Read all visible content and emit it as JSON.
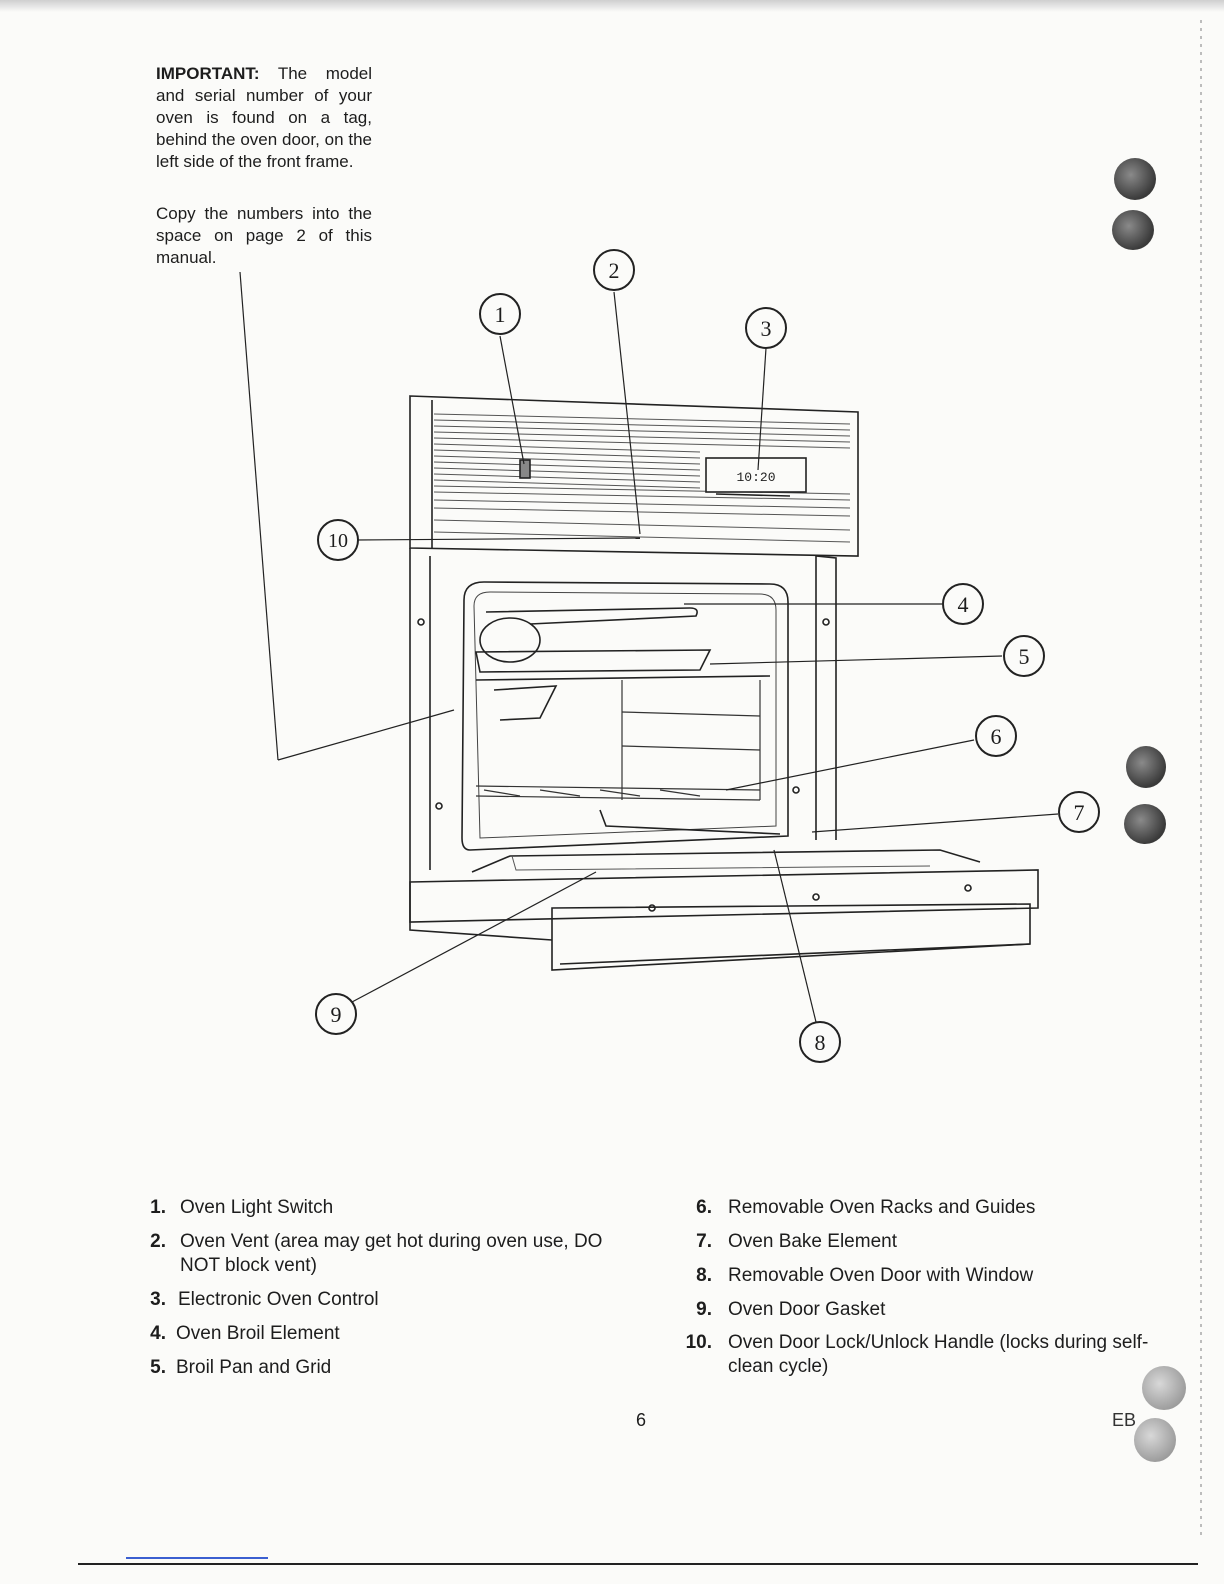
{
  "note": {
    "important_label": "IMPORTANT:",
    "important_text": " The model and serial number of your oven is found on a tag, behind the oven door, on the left side of the front frame.",
    "copy_text": "Copy the numbers into the space on page 2 of this manual."
  },
  "callouts": [
    "1",
    "2",
    "3",
    "4",
    "5",
    "6",
    "7",
    "8",
    "9",
    "10"
  ],
  "display_text": "10:20",
  "legend": {
    "left": [
      {
        "num": "1.",
        "text": "Oven Light Switch"
      },
      {
        "num": "2.",
        "text": "Oven Vent (area may get hot during oven use, DO",
        "text2": "NOT block vent)"
      },
      {
        "num": "3.",
        "text": "Electronic Oven Control"
      },
      {
        "num": "4.",
        "text": "Oven Broil Element"
      },
      {
        "num": "5.",
        "text": "Broil Pan and Grid"
      }
    ],
    "right": [
      {
        "num": "6.",
        "text": "Removable Oven Racks and Guides"
      },
      {
        "num": "7.",
        "text": "Oven Bake Element"
      },
      {
        "num": "8.",
        "text": "Removable Oven Door with Window"
      },
      {
        "num": "9.",
        "text": "Oven Door Gasket"
      },
      {
        "num": "10.",
        "text": "Oven Door Lock/Unlock Handle (locks during self-",
        "text2": "clean cycle)"
      }
    ]
  },
  "page_number": "6",
  "page_code": "EB"
}
